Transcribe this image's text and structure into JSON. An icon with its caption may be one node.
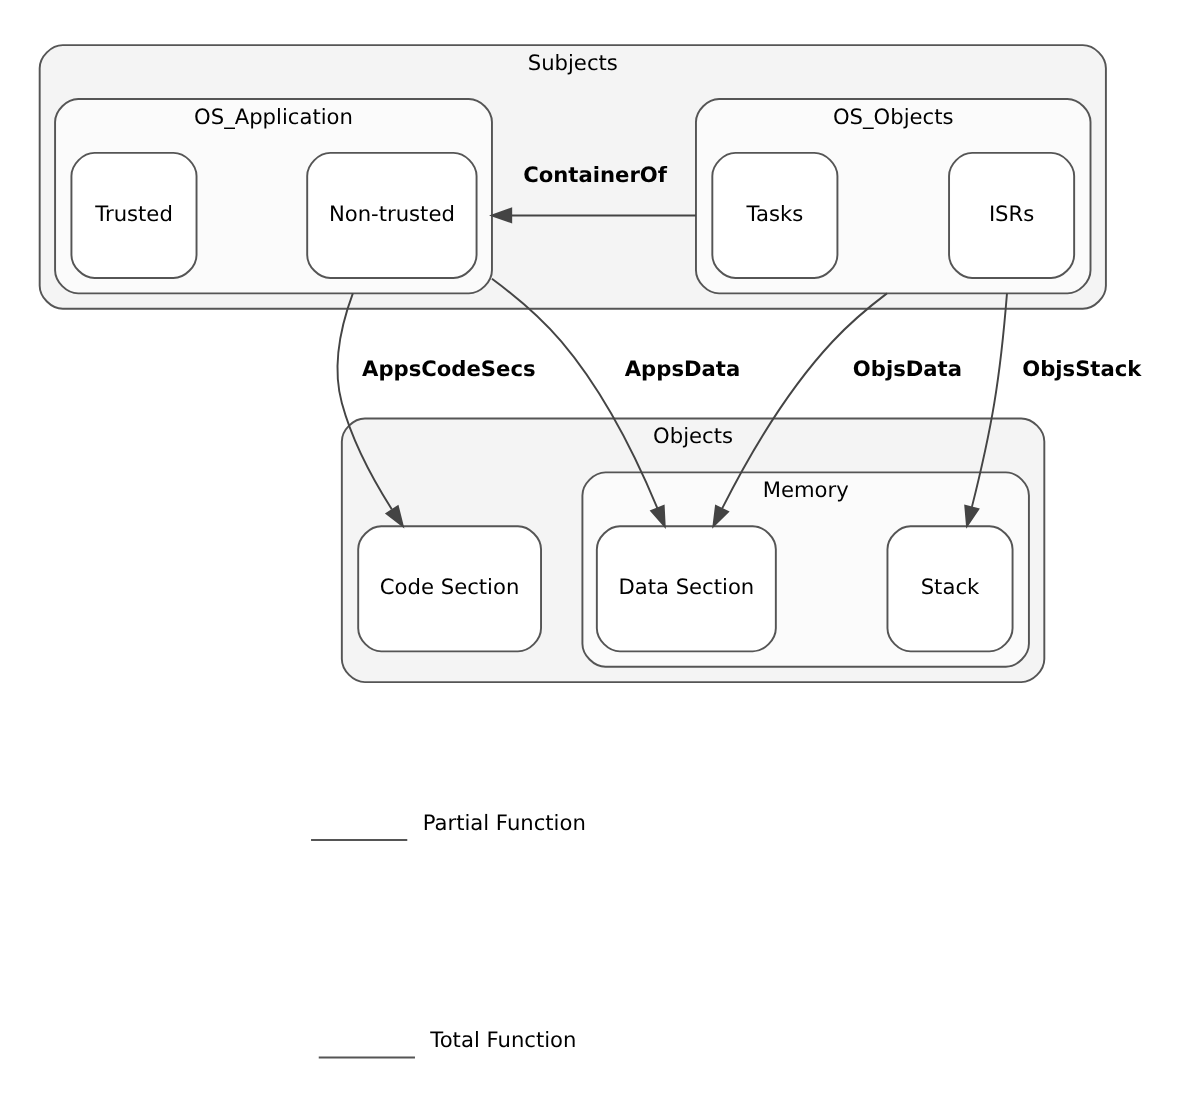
{
  "diagram": {
    "nodes": [
      {
        "text": [
          "Subjects"
        ]
      },
      {
        "text": [
          "OS_Application"
        ],
        "in": 0
      },
      {
        "text": [
          "Trusted"
        ],
        "in": 1
      },
      {
        "text": [
          "Non-trusted"
        ],
        "in": 1
      },
      {
        "text": [
          "OS_Objects"
        ],
        "in": 0
      },
      {
        "text": [
          "Tasks"
        ],
        "in": 4
      },
      {
        "text": [
          "ISRs"
        ],
        "in": 4
      },
      {
        "text": [
          "Objects"
        ]
      },
      {
        "text": [
          "Code Section"
        ],
        "in": 7
      },
      {
        "text": [
          "Memory"
        ],
        "in": 7
      },
      {
        "text": [
          "Data Section"
        ],
        "in": 9
      },
      {
        "text": [
          "Stack"
        ],
        "in": 9
      }
    ],
    "edges": [
      {
        "from": 4,
        "to": 1,
        "arrow": "to",
        "label": "ContainerOf"
      },
      {
        "from": 1,
        "to": 8,
        "arrow": "to",
        "label": "AppsCodeSecs"
      },
      {
        "from": 1,
        "to": 10,
        "arrow": "to",
        "label": "AppsData"
      },
      {
        "from": 4,
        "to": 10,
        "arrow": "to",
        "label": "ObjsData"
      },
      {
        "from": 4,
        "to": 11,
        "arrow": "to",
        "label": "ObjsStack"
      }
    ],
    "legend": [
      {
        "text": "Partial Function"
      },
      {
        "text": "Total Function"
      }
    ]
  }
}
